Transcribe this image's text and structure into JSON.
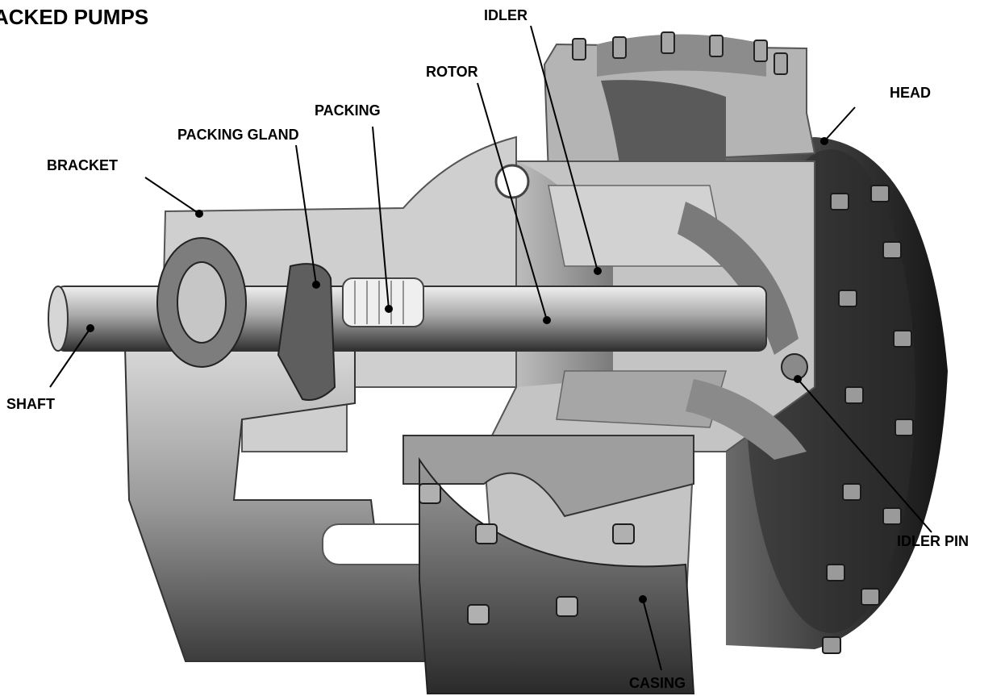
{
  "title": "ACKED PUMPS",
  "labels": {
    "idler": "IDLER",
    "rotor": "ROTOR",
    "head": "HEAD",
    "packing": "PACKING",
    "packing_gland": "PACKING GLAND",
    "bracket": "BRACKET",
    "shaft": "SHAFT",
    "idler_pin": "IDLER PIN",
    "casing": "CASING"
  },
  "colors": {
    "metal_light": "#c9c9c9",
    "metal_mid": "#8e8e8e",
    "metal_dark": "#4a4a4a",
    "metal_black": "#1e1e1e",
    "leader": "#000000"
  }
}
